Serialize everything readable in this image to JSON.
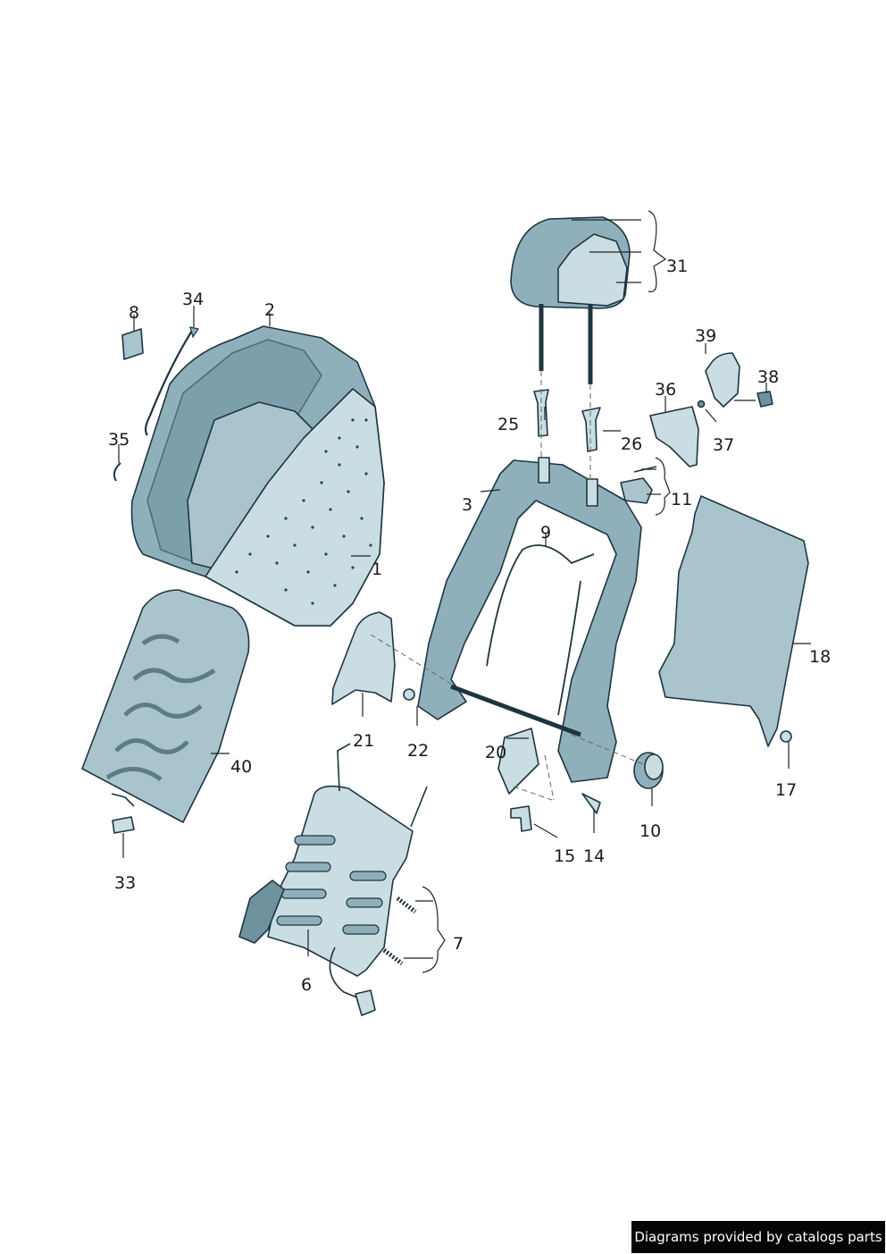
{
  "callouts": {
    "c1": "1",
    "c2": "2",
    "c3": "3",
    "c6": "6",
    "c7": "7",
    "c8": "8",
    "c9": "9",
    "c10": "10",
    "c11": "11",
    "c14": "14",
    "c15": "15",
    "c17": "17",
    "c18": "18",
    "c20": "20",
    "c21": "21",
    "c22": "22",
    "c25": "25",
    "c26": "26",
    "c31": "31",
    "c33": "33",
    "c34": "34",
    "c35": "35",
    "c36": "36",
    "c37": "37",
    "c38": "38",
    "c39": "39",
    "c40": "40"
  },
  "credit": "Diagrams provided by catalogs parts",
  "colors": {
    "part_fill": "#8fb0bb",
    "outline": "#1d3540",
    "credit_bg": "#050505"
  }
}
